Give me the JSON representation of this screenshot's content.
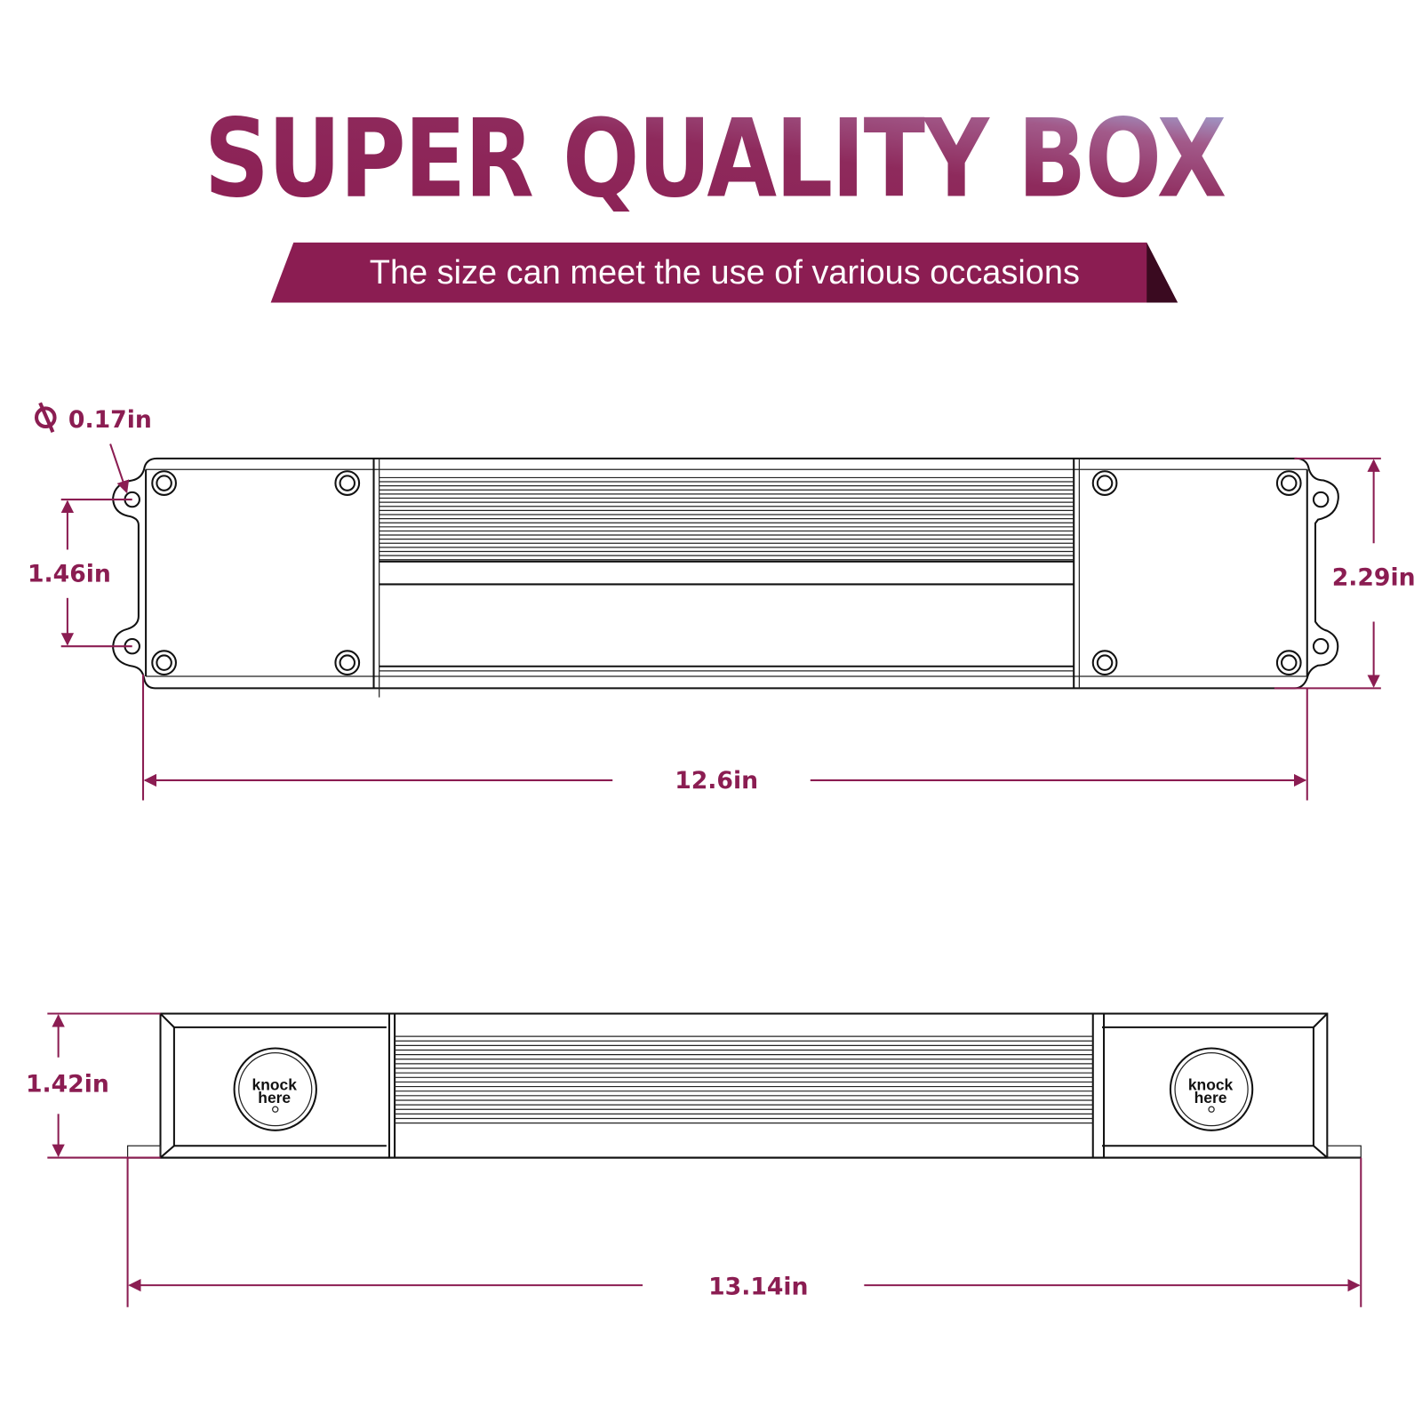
{
  "title": "SUPER QUALITY BOX",
  "subtitle": "The size can meet the use of various occasions",
  "colors": {
    "primary": "#8b1d52",
    "gradient_end": "#9fc0ee",
    "banner_tail": "#3a0a20"
  },
  "top_view": {
    "hole_diameter": "0.17in",
    "hole_spacing": "1.46in",
    "height": "2.29in",
    "length": "12.6in"
  },
  "side_view": {
    "height": "1.42in",
    "length": "13.14in",
    "knock_label_line1": "knock",
    "knock_label_line2": "here"
  }
}
